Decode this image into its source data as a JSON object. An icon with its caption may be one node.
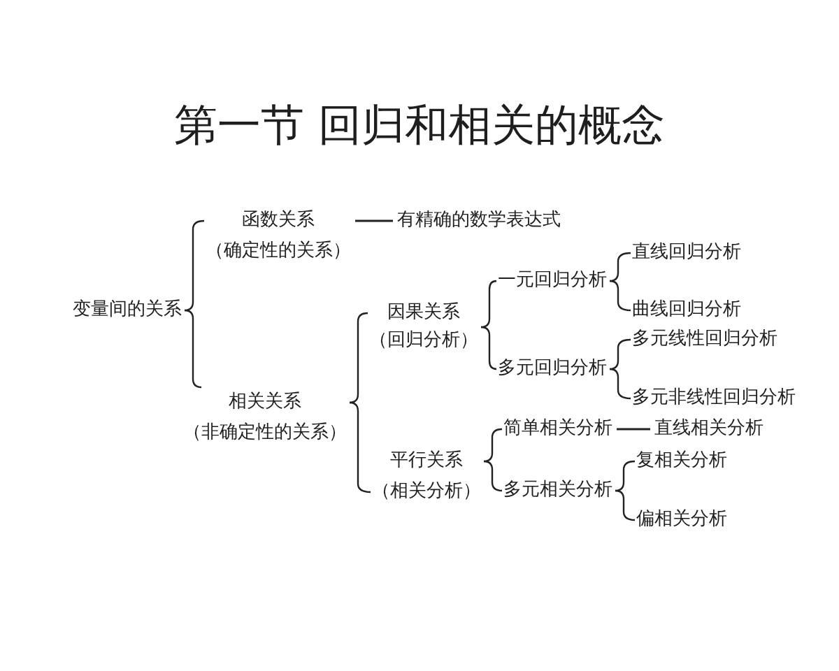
{
  "diagram": {
    "title": "第一节 回归和相关的概念",
    "nodes": [
      {
        "text": [
          "变量间的关系"
        ]
      },
      {
        "text": [
          "函数关系",
          "（确定性的关系）"
        ]
      },
      {
        "text": [
          "有精确的数学表达式"
        ]
      },
      {
        "text": [
          "相关关系",
          "（非确定性的关系）"
        ]
      },
      {
        "text": [
          "因果关系",
          "（回归分析）"
        ]
      },
      {
        "text": [
          "一元回归分析"
        ]
      },
      {
        "text": [
          "直线回归分析"
        ]
      },
      {
        "text": [
          "曲线回归分析"
        ]
      },
      {
        "text": [
          "多元回归分析"
        ]
      },
      {
        "text": [
          "多元线性回归分析"
        ]
      },
      {
        "text": [
          "多元非线性回归分析"
        ]
      },
      {
        "text": [
          "平行关系",
          "（相关分析）"
        ]
      },
      {
        "text": [
          "简单相关分析"
        ]
      },
      {
        "text": [
          "直线相关分析"
        ]
      },
      {
        "text": [
          "多元相关分析"
        ]
      },
      {
        "text": [
          "复相关分析"
        ]
      },
      {
        "text": [
          "偏相关分析"
        ]
      }
    ],
    "edges": [
      {
        "from": 0,
        "to": 1,
        "arrow": "none"
      },
      {
        "from": 0,
        "to": 3,
        "arrow": "none"
      },
      {
        "from": 1,
        "to": 2,
        "arrow": "none"
      },
      {
        "from": 3,
        "to": 4,
        "arrow": "none"
      },
      {
        "from": 3,
        "to": 11,
        "arrow": "none"
      },
      {
        "from": 4,
        "to": 5,
        "arrow": "none"
      },
      {
        "from": 4,
        "to": 8,
        "arrow": "none"
      },
      {
        "from": 5,
        "to": 6,
        "arrow": "none"
      },
      {
        "from": 5,
        "to": 7,
        "arrow": "none"
      },
      {
        "from": 8,
        "to": 9,
        "arrow": "none"
      },
      {
        "from": 8,
        "to": 10,
        "arrow": "none"
      },
      {
        "from": 11,
        "to": 12,
        "arrow": "none"
      },
      {
        "from": 11,
        "to": 14,
        "arrow": "none"
      },
      {
        "from": 12,
        "to": 13,
        "arrow": "none"
      },
      {
        "from": 14,
        "to": 15,
        "arrow": "none"
      },
      {
        "from": 14,
        "to": 16,
        "arrow": "none"
      }
    ]
  }
}
